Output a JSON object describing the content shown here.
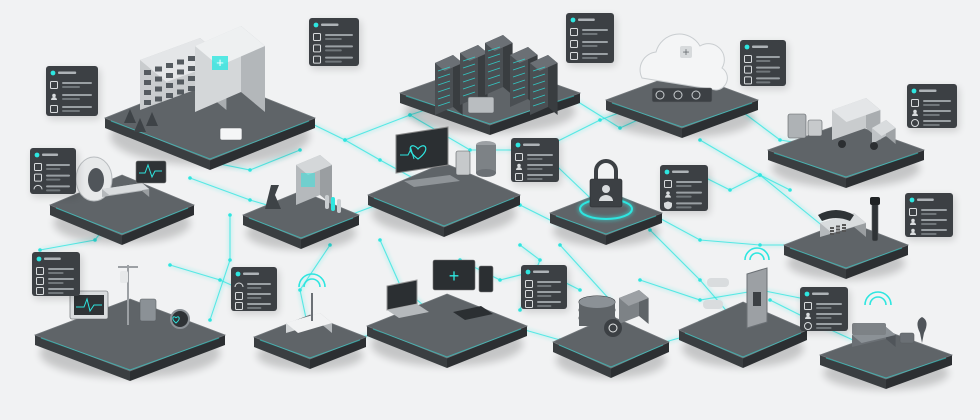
{
  "diagram": {
    "theme": {
      "background": "#f1f2f3",
      "platform_top": "#5f6468",
      "platform_side": "#3a3e41",
      "accent": "#2ee6e0",
      "card": "#3c4044",
      "device": "#8b9196",
      "device_light": "#d9dcde"
    },
    "nodes": [
      {
        "id": "hospital-building",
        "icon": "hospital-building-icon"
      },
      {
        "id": "server-racks",
        "icon": "server-rack-icon"
      },
      {
        "id": "cloud-services",
        "icon": "cloud-plus-icon"
      },
      {
        "id": "supply-truck",
        "icon": "truck-icon"
      },
      {
        "id": "mri-scanner",
        "icon": "mri-scanner-icon"
      },
      {
        "id": "laboratory",
        "icon": "microscope-icon"
      },
      {
        "id": "ehr-monitor",
        "icon": "heart-monitor-icon"
      },
      {
        "id": "security-lock",
        "icon": "padlock-icon"
      },
      {
        "id": "telephone",
        "icon": "telephone-icon"
      },
      {
        "id": "patient-monitor",
        "icon": "patient-monitor-icon"
      },
      {
        "id": "wifi-router",
        "icon": "wifi-router-icon"
      },
      {
        "id": "workstations",
        "icon": "laptop-icon"
      },
      {
        "id": "database-backup",
        "icon": "database-icon"
      },
      {
        "id": "cctv-access",
        "icon": "camera-icon"
      },
      {
        "id": "waiting-room",
        "icon": "sofa-icon"
      }
    ],
    "info_cards": [
      {
        "id": "card-hospital",
        "rows": [
          "document-icon",
          "medical-bag-icon",
          "server-icon"
        ]
      },
      {
        "id": "card-servers",
        "rows": [
          "document-icon",
          "list-icon",
          "clipboard-icon"
        ]
      },
      {
        "id": "card-cloud",
        "rows": [
          "document-icon",
          "building-icon",
          "monitor-icon"
        ]
      },
      {
        "id": "card-network",
        "rows": [
          "grid-icon",
          "doctor-icon",
          "globe-icon"
        ]
      },
      {
        "id": "card-left-top",
        "rows": [
          "document-icon",
          "doctor-icon",
          "list-icon"
        ]
      },
      {
        "id": "card-mri",
        "rows": [
          "stethoscope-icon",
          "heart-icon",
          "wifi-icon"
        ]
      },
      {
        "id": "card-ehr",
        "rows": [
          "document-icon",
          "user-icon",
          "monitor-icon"
        ]
      },
      {
        "id": "card-security",
        "rows": [
          "document-icon",
          "user-icon",
          "shield-icon"
        ]
      },
      {
        "id": "card-phone",
        "rows": [
          "document-icon",
          "user-icon",
          "user-icon"
        ]
      },
      {
        "id": "card-monitor",
        "rows": [
          "battery-icon",
          "monitor-icon",
          "list-icon"
        ]
      },
      {
        "id": "card-router",
        "rows": [
          "wifi-icon",
          "list-icon",
          "list-icon"
        ]
      },
      {
        "id": "card-workstation",
        "rows": [
          "monitor-icon",
          "list-icon",
          "list-icon"
        ]
      },
      {
        "id": "card-cctv",
        "rows": [
          "document-icon",
          "user-icon",
          "clock-icon"
        ]
      }
    ]
  }
}
